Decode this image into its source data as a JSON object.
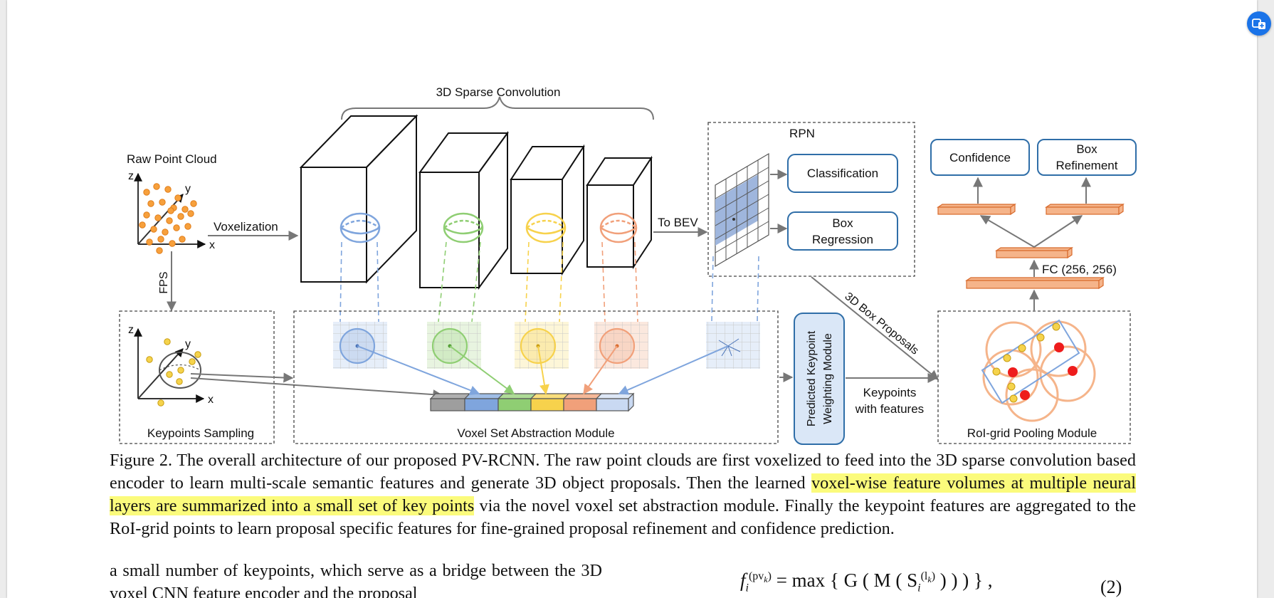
{
  "figure": {
    "top_label": "3D Sparse Convolution",
    "raw_point_cloud": "Raw Point Cloud",
    "voxelization": "Voxelization",
    "fps": "FPS",
    "to_bev": "To BEV",
    "rpn": "RPN",
    "classification": "Classification",
    "box_regression": [
      "Box",
      "Regression"
    ],
    "proposals": "3D Box Proposals",
    "confidence": "Confidence",
    "box_refinement": [
      "Box",
      "Refinement"
    ],
    "fc_label": "FC (256, 256)",
    "keypoints_sampling": "Keypoints Sampling",
    "vsa_module": "Voxel Set Abstraction Module",
    "pkw_module": [
      "Predicted Keypoint",
      "Weighting Module"
    ],
    "keypoints_with_features": [
      "Keypoints",
      "with features"
    ],
    "roi_pooling": "RoI-grid Pooling Module",
    "axis_x": "x",
    "axis_y": "y",
    "axis_z": "z"
  },
  "caption": {
    "part1": "Figure 2. The overall architecture of our proposed PV-RCNN. The raw point clouds are first voxelized to feed into the 3D sparse convolution based encoder to learn multi-scale semantic features and generate 3D object proposals.  Then the learned ",
    "highlight": "voxel-wise feature volumes at multiple neural layers are summarized into a small set of key points",
    "part2": " via the novel voxel set abstraction module. Finally the keypoint features are aggregated to the RoI-grid points to learn proposal specific features for fine-grained proposal refinement and confidence prediction."
  },
  "body_text": "a small number of keypoints, which serve as a bridge between the 3D voxel CNN feature encoder and the proposal",
  "equation": {
    "lhs": "f",
    "sub": "i",
    "sup": "(pv",
    "supsub": "k",
    "rhs": "= max { G ( M ( S",
    "rsub": "i",
    "rsup": "(l",
    "rsupsub": "k",
    "tail": ") ) ) } ,",
    "number": "(2)"
  },
  "colors": {
    "blue": "#7fa5dd",
    "green": "#8fce73",
    "yellow": "#f7d24c",
    "orange": "#f1a07a",
    "gray": "#9e9e9e",
    "lightblue": "#c9d9f2",
    "bev": "#9fb6dd",
    "boxstroke": "#2f6ea8",
    "fc": "#f5b48a",
    "pkw_fill": "#dae7f7",
    "highlight": "#fbfb7c",
    "point_orange": "#f7a03c",
    "point_yellow": "#f5d34c",
    "point_red": "#ee1c1c"
  },
  "toolbar": {
    "corner_icon": "translate-icon"
  }
}
